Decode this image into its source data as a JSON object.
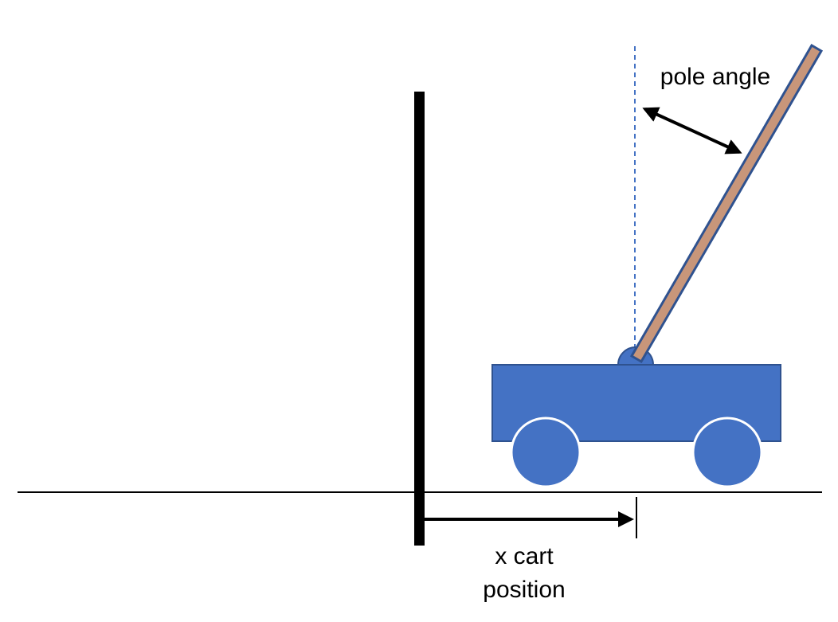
{
  "labels": {
    "pole_angle": "pole angle",
    "x_position_line1": "x cart",
    "x_position_line2": "position"
  },
  "colors": {
    "cart_fill": "#4472C4",
    "cart_stroke": "#2F528F",
    "pole_fill": "#C8967A",
    "pole_stroke": "#2F528F",
    "reference_line": "#4472C4",
    "ink": "#000000",
    "background": "#FFFFFF"
  }
}
